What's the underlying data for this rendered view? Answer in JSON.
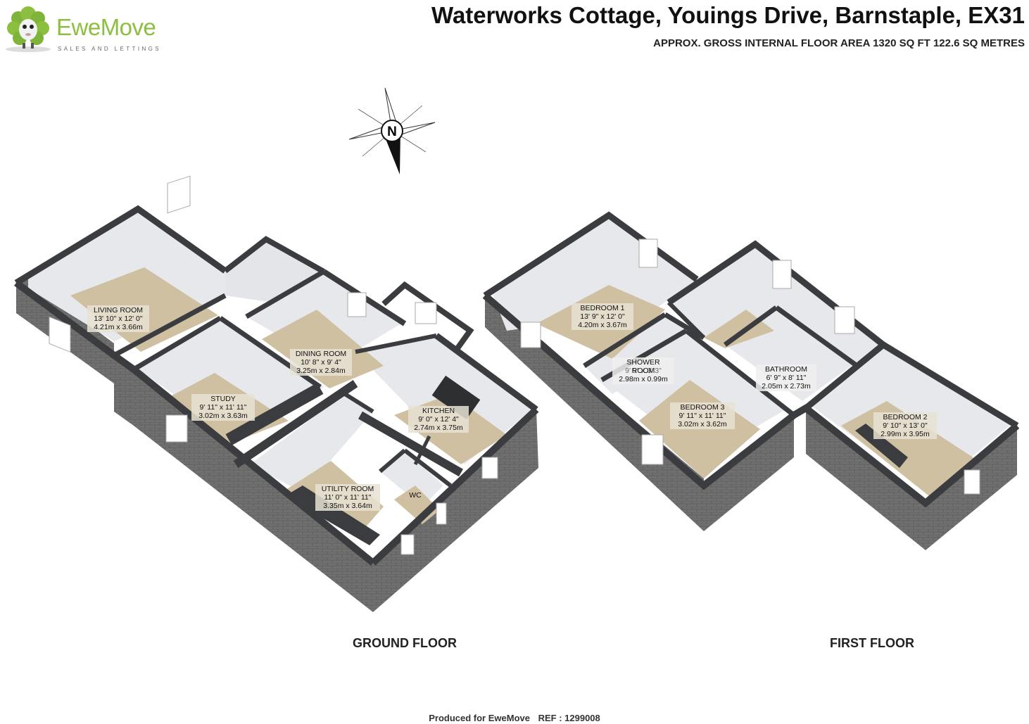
{
  "brand": {
    "name": "EweMove",
    "tagline": "SALES AND LETTINGS"
  },
  "header": {
    "title": "Waterworks Cottage, Youings Drive, Barnstaple, EX31",
    "subtitle": "APPROX. GROSS INTERNAL FLOOR AREA 1320 SQ FT 122.6 SQ METRES"
  },
  "compass": {
    "label": "N"
  },
  "floors": [
    {
      "name": "GROUND FLOOR"
    },
    {
      "name": "FIRST FLOOR"
    }
  ],
  "rooms": {
    "living": {
      "name": "LIVING ROOM",
      "imperial": "13' 10\" x 12' 0\"",
      "metric": "4.21m x 3.66m"
    },
    "dining": {
      "name": "DINING ROOM",
      "imperial": "10' 8\" x 9' 4\"",
      "metric": "3.25m x 2.84m"
    },
    "study": {
      "name": "STUDY",
      "imperial": "9' 11\" x 11' 11\"",
      "metric": "3.02m x 3.63m"
    },
    "kitchen": {
      "name": "KITCHEN",
      "imperial": "9' 0\" x 12' 4\"",
      "metric": "2.74m x 3.75m"
    },
    "utility": {
      "name": "UTILITY ROOM",
      "imperial": "11' 0\" x 11' 11\"",
      "metric": "3.35m x 3.64m"
    },
    "wc": {
      "name": "WC"
    },
    "bedroom1": {
      "name": "BEDROOM 1",
      "imperial": "13' 9\" x 12' 0\"",
      "metric": "4.20m x 3.67m"
    },
    "shower": {
      "name": "SHOWER",
      "name2": "ROOM",
      "imperial": "9' 9\" x 3' 3\"",
      "metric": "2.98m x 0.99m"
    },
    "bathroom": {
      "name": "BATHROOM",
      "imperial": "6' 9\" x 8' 11\"",
      "metric": "2.05m x 2.73m"
    },
    "bedroom3": {
      "name": "BEDROOM 3",
      "imperial": "9' 11\" x 11' 11\"",
      "metric": "3.02m x 3.62m"
    },
    "bedroom2": {
      "name": "BEDROOM 2",
      "imperial": "9' 10\" x 13' 0\"",
      "metric": "2.99m x 3.95m"
    }
  },
  "footer": {
    "produced": "Produced for EweMove",
    "ref": "REF : 1299008"
  },
  "colors": {
    "floor": "#cfc0a2",
    "wall_top": "#3a3c3f",
    "wall_inner": "#e4e6ea",
    "brick": "#6e6e6b",
    "brand_green": "#8cbf3f"
  }
}
